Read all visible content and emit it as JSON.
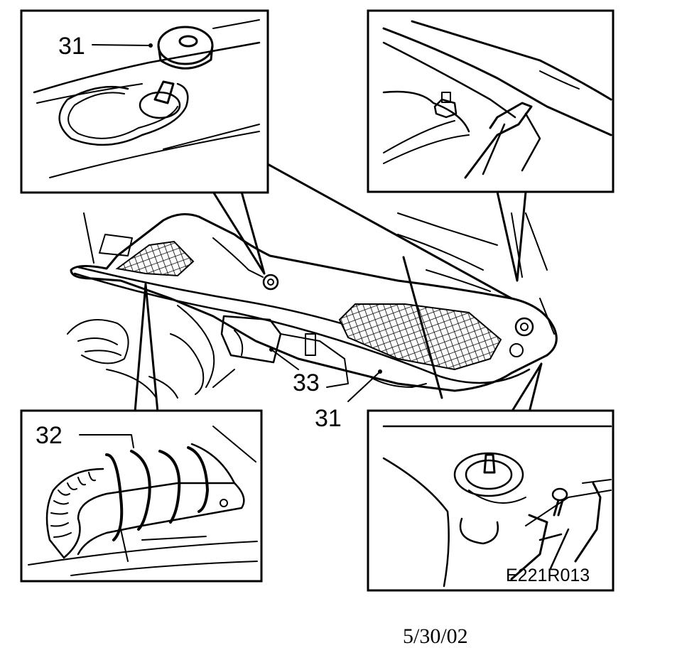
{
  "callouts": {
    "c31_top": "31",
    "c31_bottom": "31",
    "c32": "32",
    "c33": "33"
  },
  "figure_code": "E221R013",
  "date": "5/30/02"
}
